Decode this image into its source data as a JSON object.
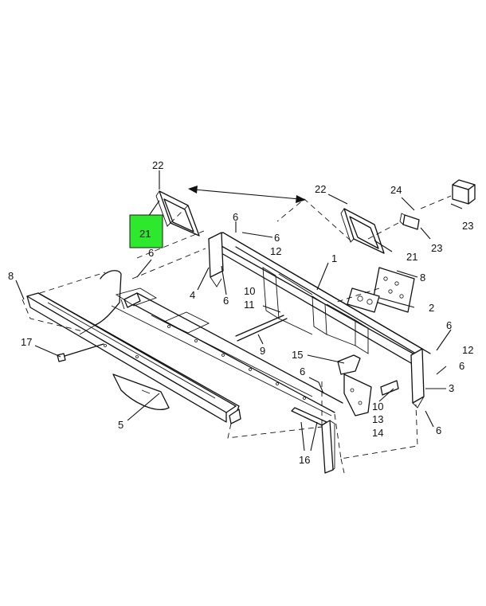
{
  "diagram": {
    "highlight_color": "#2ee82e",
    "highlighted_callout": "21",
    "callouts": [
      {
        "id": "c22a",
        "label": "22"
      },
      {
        "id": "c21a",
        "label": "21"
      },
      {
        "id": "c22b",
        "label": "22"
      },
      {
        "id": "c24",
        "label": "24"
      },
      {
        "id": "c23a",
        "label": "23"
      },
      {
        "id": "c23b",
        "label": "23"
      },
      {
        "id": "c21b",
        "label": "21"
      },
      {
        "id": "c6a",
        "label": "6"
      },
      {
        "id": "c6b",
        "label": "6"
      },
      {
        "id": "c12a",
        "label": "12"
      },
      {
        "id": "c1",
        "label": "1"
      },
      {
        "id": "c8a",
        "label": "8"
      },
      {
        "id": "c6c",
        "label": "6"
      },
      {
        "id": "c8b",
        "label": "8"
      },
      {
        "id": "c4",
        "label": "4"
      },
      {
        "id": "c6d",
        "label": "6"
      },
      {
        "id": "c10a",
        "label": "10"
      },
      {
        "id": "c11",
        "label": "11"
      },
      {
        "id": "c2",
        "label": "2"
      },
      {
        "id": "c6e",
        "label": "6"
      },
      {
        "id": "c17",
        "label": "17"
      },
      {
        "id": "c9",
        "label": "9"
      },
      {
        "id": "c15",
        "label": "15"
      },
      {
        "id": "c6f",
        "label": "6"
      },
      {
        "id": "c12b",
        "label": "12"
      },
      {
        "id": "c6g",
        "label": "6"
      },
      {
        "id": "c3",
        "label": "3"
      },
      {
        "id": "c10b",
        "label": "10"
      },
      {
        "id": "c13",
        "label": "13"
      },
      {
        "id": "c14",
        "label": "14"
      },
      {
        "id": "c6h",
        "label": "6"
      },
      {
        "id": "c5",
        "label": "5"
      },
      {
        "id": "c16",
        "label": "16"
      }
    ]
  }
}
